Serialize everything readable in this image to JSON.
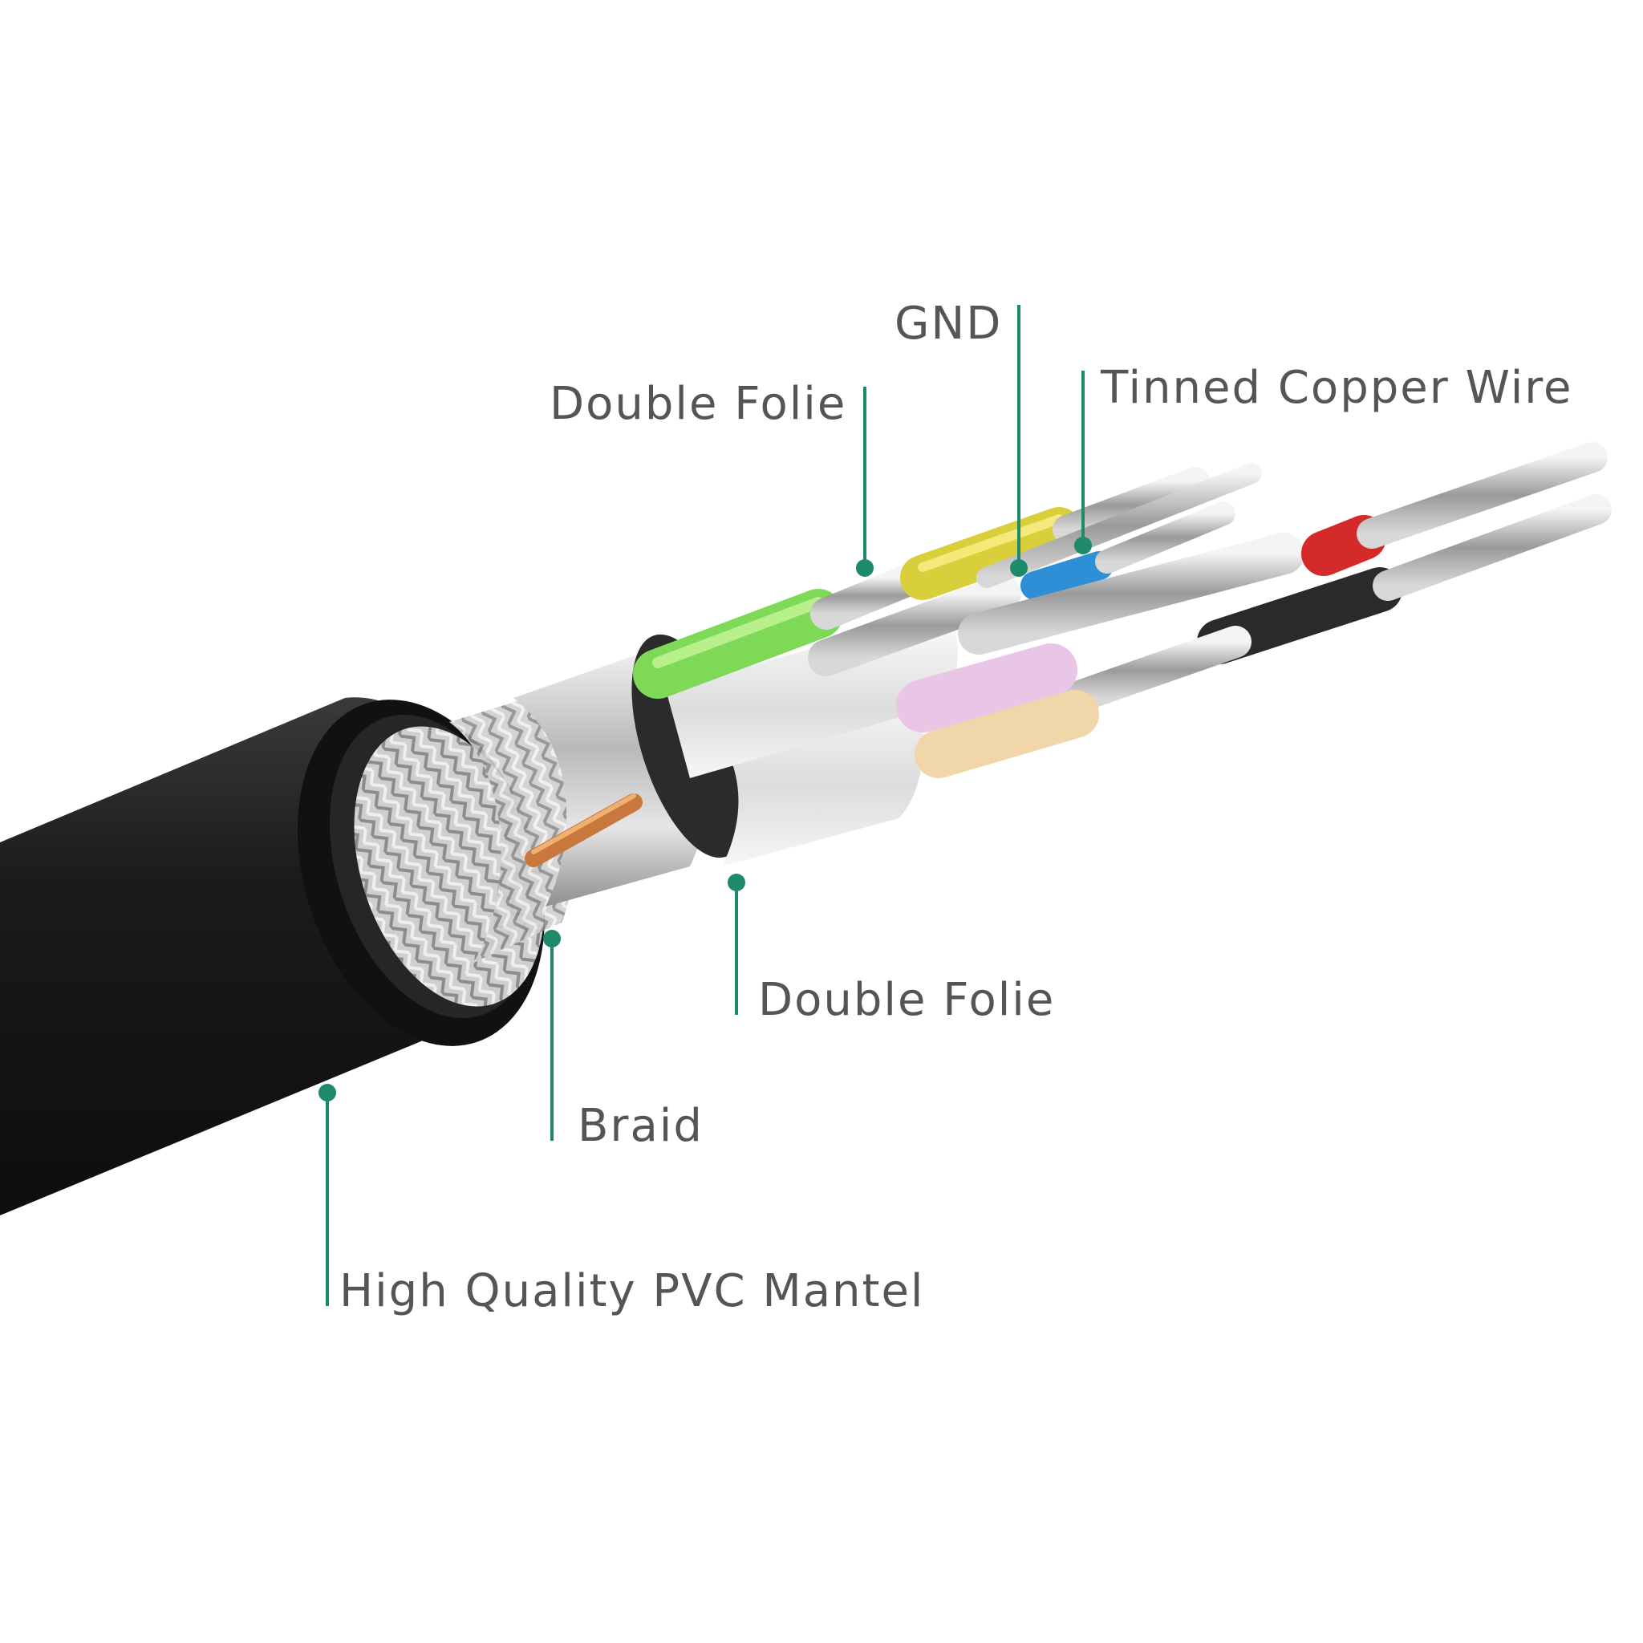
{
  "diagram": {
    "labels": {
      "gnd": "GND",
      "double_folie_top": "Double Folie",
      "tinned_copper_wire": "Tinned Copper Wire",
      "double_folie_bottom": "Double Folie",
      "braid": "Braid",
      "pvc_mantel": "High Quality PVC Mantel"
    },
    "colors": {
      "leader": "#1d8a6c",
      "label_text": "#555555",
      "jacket": "#1f1f1f",
      "wire_green": "#7ed957",
      "wire_yellow": "#d9cf3b",
      "wire_blue": "#2e8fd6",
      "wire_red": "#d42a2a",
      "wire_black": "#2a2a2a",
      "wire_pink": "#e9c6e6",
      "wire_tan": "#f0d6a8"
    }
  }
}
